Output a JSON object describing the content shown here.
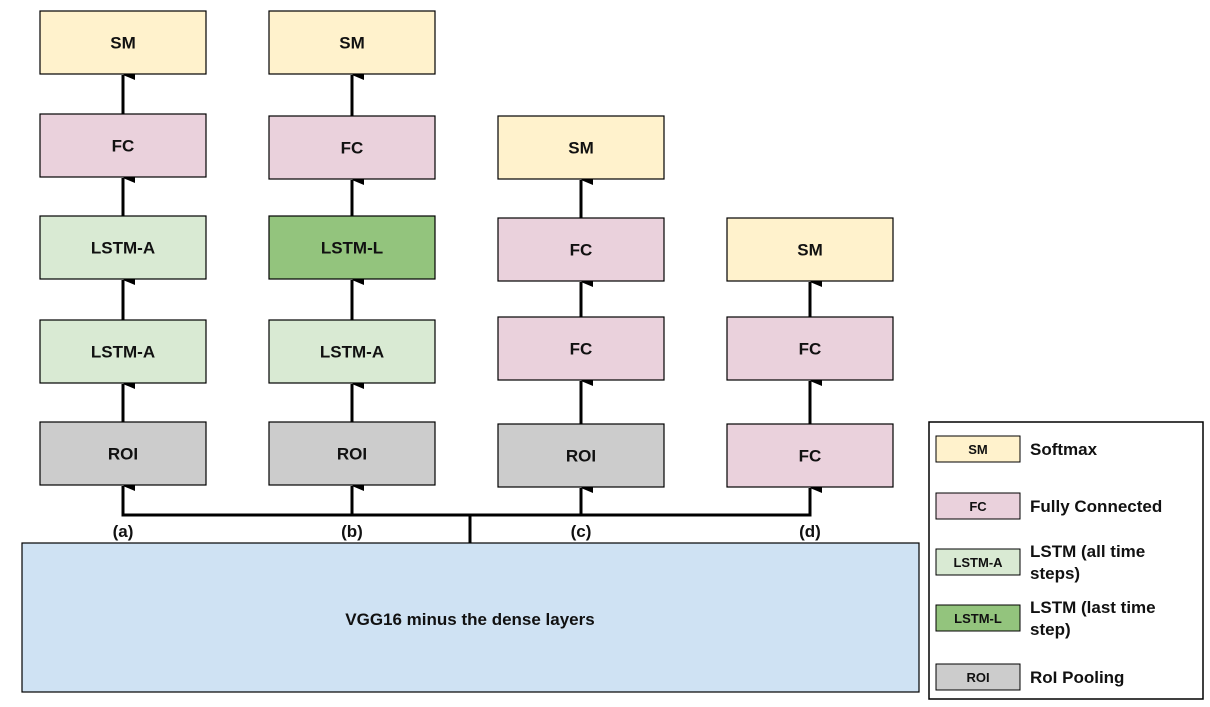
{
  "colors": {
    "SM": "#fff2cc",
    "FC": "#ead1dc",
    "LSTM-A": "#d9ead3",
    "LSTM-L": "#93c47d",
    "ROI": "#cccccc",
    "base": "#cfe2f3"
  },
  "base": {
    "label": "VGG16 minus the dense layers"
  },
  "columns": [
    {
      "label": "(a)",
      "layers": [
        {
          "type": "ROI",
          "label": "ROI"
        },
        {
          "type": "LSTM-A",
          "label": "LSTM-A"
        },
        {
          "type": "LSTM-A",
          "label": "LSTM-A"
        },
        {
          "type": "FC",
          "label": "FC"
        },
        {
          "type": "SM",
          "label": "SM"
        }
      ]
    },
    {
      "label": "(b)",
      "layers": [
        {
          "type": "ROI",
          "label": "ROI"
        },
        {
          "type": "LSTM-A",
          "label": "LSTM-A"
        },
        {
          "type": "LSTM-L",
          "label": "LSTM-L"
        },
        {
          "type": "FC",
          "label": "FC"
        },
        {
          "type": "SM",
          "label": "SM"
        }
      ]
    },
    {
      "label": "(c)",
      "layers": [
        {
          "type": "ROI",
          "label": "ROI"
        },
        {
          "type": "FC",
          "label": "FC"
        },
        {
          "type": "FC",
          "label": "FC"
        },
        {
          "type": "SM",
          "label": "SM"
        }
      ]
    },
    {
      "label": "(d)",
      "layers": [
        {
          "type": "FC",
          "label": "FC"
        },
        {
          "type": "FC",
          "label": "FC"
        },
        {
          "type": "SM",
          "label": "SM"
        }
      ]
    }
  ],
  "legend": [
    {
      "type": "SM",
      "key": "SM",
      "text": [
        "Softmax"
      ]
    },
    {
      "type": "FC",
      "key": "FC",
      "text": [
        "Fully Connected"
      ]
    },
    {
      "type": "LSTM-A",
      "key": "LSTM-A",
      "text": [
        "LSTM (all time",
        "steps)"
      ]
    },
    {
      "type": "LSTM-L",
      "key": "LSTM-L",
      "text": [
        "LSTM (last time",
        "step)"
      ]
    },
    {
      "type": "ROI",
      "key": "ROI",
      "text": [
        "RoI Pooling"
      ]
    }
  ]
}
